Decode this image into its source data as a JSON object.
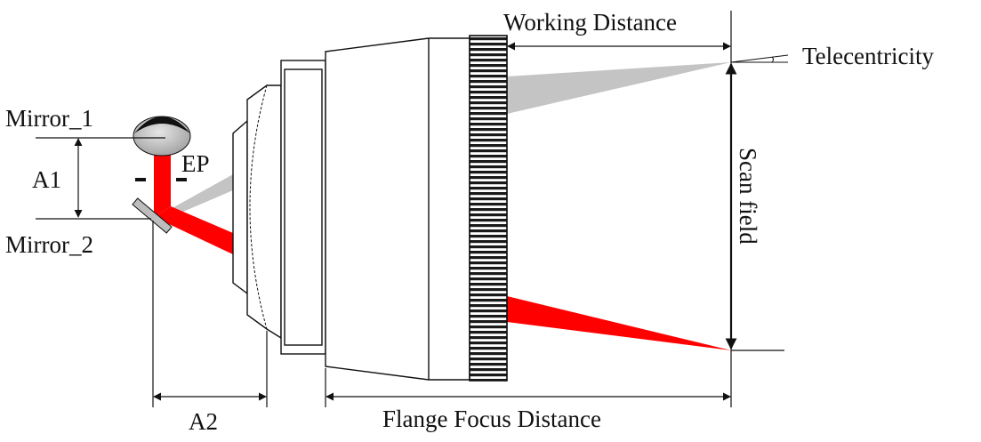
{
  "labels": {
    "working_distance": "Working Distance",
    "telecentricity": "Telecentricity",
    "mirror_1": "Mirror_1",
    "mirror_2": "Mirror_2",
    "a1": "A1",
    "a2": "A2",
    "ep": "EP",
    "scan_field": "Scan field",
    "flange_focus_distance": "Flange Focus Distance"
  },
  "colors": {
    "laser_beam": "#ff0000",
    "grey_beam": "#c4c4c4",
    "outline": "#111111",
    "knurl_ring": "#1a1a1a",
    "mirror_fill": "#bdbdbd"
  }
}
